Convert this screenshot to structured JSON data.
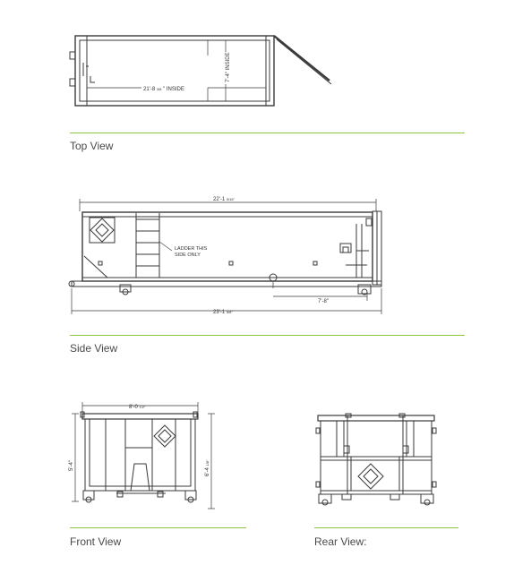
{
  "top_view": {
    "caption": "Top View",
    "length_label": "21'-8",
    "length_frac": "3/8",
    "length_suffix": "\" INSIDE",
    "width_label": "7'-4\" INSIDE"
  },
  "side_view": {
    "caption": "Side View",
    "top_dim": "22'-1",
    "top_dim_frac": "5/16\"",
    "bottom_dim": "23'-1",
    "bottom_dim_frac": "5/8\"",
    "rail_dim": "7'-8\"",
    "ladder_note_line1": "LADDER THIS",
    "ladder_note_line2": "SIDE ONLY"
  },
  "front_view": {
    "caption": "Front View",
    "width_dim": "8'-0",
    "width_dim_frac": "1/2\"",
    "left_height": "5'-4\"",
    "right_height": "6'-4",
    "right_height_frac": "1/8\""
  },
  "rear_view": {
    "caption": "Rear View:"
  },
  "colors": {
    "rule": "#8cc63f",
    "line": "#3a3a3a"
  }
}
